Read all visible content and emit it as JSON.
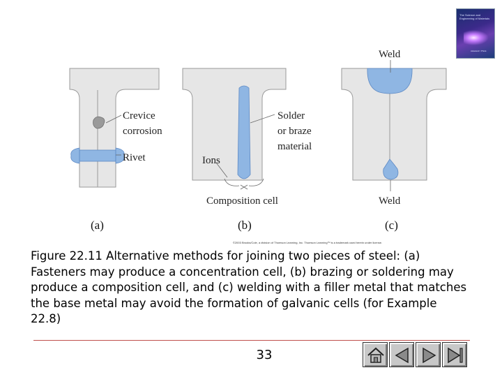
{
  "figure": {
    "panels": [
      {
        "id": "a",
        "label": "(a)",
        "annotations": [
          "Crevice",
          "corrosion",
          "Rivet"
        ]
      },
      {
        "id": "b",
        "label": "(b)",
        "annotations": [
          "Solder",
          "or  braze",
          "material",
          "Ions",
          "Composition cell"
        ]
      },
      {
        "id": "c",
        "label": "(c)",
        "annotations": [
          "Weld",
          "Weld"
        ]
      }
    ],
    "copyright": "©2003 Brooks/Cole, a division of Thomson Learning, Inc. Thomson Learning™ is a trademark used herein under license.",
    "caption": "Figure 22.11  Alternative methods for joining two pieces of steel: (a) Fasteners may produce a concentration cell, (b) brazing or soldering may produce a composition cell, and (c) welding with a filler metal that matches the base metal may avoid the formation of galvanic cells (for Example 22.8)",
    "colors": {
      "steel": "#e6e6e6",
      "outline": "#9a9a9a",
      "filler": "#8fb6e3",
      "filler_edge": "#5d89c4",
      "rust": "#9a9a9a"
    }
  },
  "book_cover": {
    "title": "The Science and Engineering of Materials",
    "footer": "Askeland / Phulé"
  },
  "page_number": "33",
  "navigation": [
    {
      "name": "home",
      "icon": "home-icon"
    },
    {
      "name": "previous",
      "icon": "back-arrow-icon"
    },
    {
      "name": "next",
      "icon": "forward-arrow-icon"
    },
    {
      "name": "end",
      "icon": "end-arrow-icon"
    }
  ]
}
